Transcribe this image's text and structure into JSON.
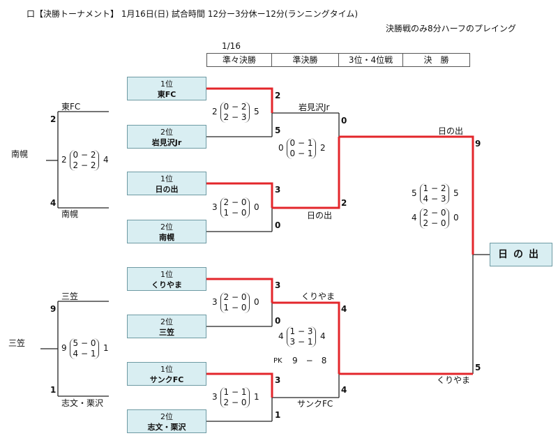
{
  "header": {
    "title": "口【決勝トーナメント】 1月16日(日) 試合時間 12分ー3分休ー12分(ランニングタイム)",
    "note": "決勝戦のみ8分ハーフのプレイング",
    "round_fraction": "1/16",
    "rounds": [
      "準々決勝",
      "準決勝",
      "3位・4位戦",
      "決　勝"
    ]
  },
  "left_block": {
    "top": {
      "team_name": "南幌",
      "first_team": "東FC",
      "first_score": "2",
      "second_team": "南幌",
      "second_score": "4",
      "pk": "2",
      "half1": "0 − 2",
      "half2": "2 − 2",
      "total": "4"
    },
    "bottom": {
      "team_name": "三笠",
      "first_team": "三笠",
      "first_score": "9",
      "second_team": "志文・栗沢",
      "second_score": "1",
      "pk": "9",
      "half1": "5 − 0",
      "half2": "4 − 1",
      "total": "1"
    }
  },
  "seeds": [
    {
      "rank": "1位",
      "name": "東FC"
    },
    {
      "rank": "2位",
      "name": "岩見沢Jr"
    },
    {
      "rank": "1位",
      "name": "日の出"
    },
    {
      "rank": "2位",
      "name": "南幌"
    },
    {
      "rank": "1位",
      "name": "くりやま"
    },
    {
      "rank": "2位",
      "name": "三笠"
    },
    {
      "rank": "1位",
      "name": "サンクFC"
    },
    {
      "rank": "2位",
      "name": "志文・栗沢"
    }
  ],
  "quarterfinals": [
    {
      "score_a": "2",
      "score_b": "5",
      "pk": "2",
      "half1": "0 − 2",
      "half2": "2 − 3",
      "total": "5"
    },
    {
      "score_a": "3",
      "score_b": "0",
      "pk": "3",
      "half1": "2 − 0",
      "half2": "1 − 0",
      "total": "0"
    },
    {
      "score_a": "3",
      "score_b": "0",
      "pk": "3",
      "half1": "2 − 0",
      "half2": "1 − 0",
      "total": "0"
    },
    {
      "score_a": "3",
      "score_b": "1",
      "pk": "3",
      "half1": "1 − 1",
      "half2": "2 − 0",
      "total": "1"
    }
  ],
  "semifinals": [
    {
      "team_a": "岩見沢Jr",
      "score_a": "0",
      "team_b": "日の出",
      "score_b": "2",
      "pk": "0",
      "half1": "0 − 1",
      "half2": "0 − 1",
      "total": "2"
    },
    {
      "team_a": "くりやま",
      "score_a": "4",
      "team_b": "サンクFC",
      "score_b": "4",
      "pk": "4",
      "half1": "1 − 3",
      "half2": "3 − 1",
      "total": "4",
      "pk_label": "PK",
      "pk_result": "9　−　8"
    }
  ],
  "final": {
    "team_a": "日の出",
    "score_a": "9",
    "team_b": "くりやま",
    "score_b": "5",
    "pk": "5",
    "half1": "1 − 2",
    "half2": "4 − 3",
    "total": "5",
    "pk2": "4",
    "ot1": "2 − 0",
    "ot2": "2 − 0",
    "total2": "0"
  },
  "champion": "日の出",
  "colors": {
    "winner_line": "#e3262b",
    "line": "#222222",
    "box_fill": "#d9eef2"
  }
}
